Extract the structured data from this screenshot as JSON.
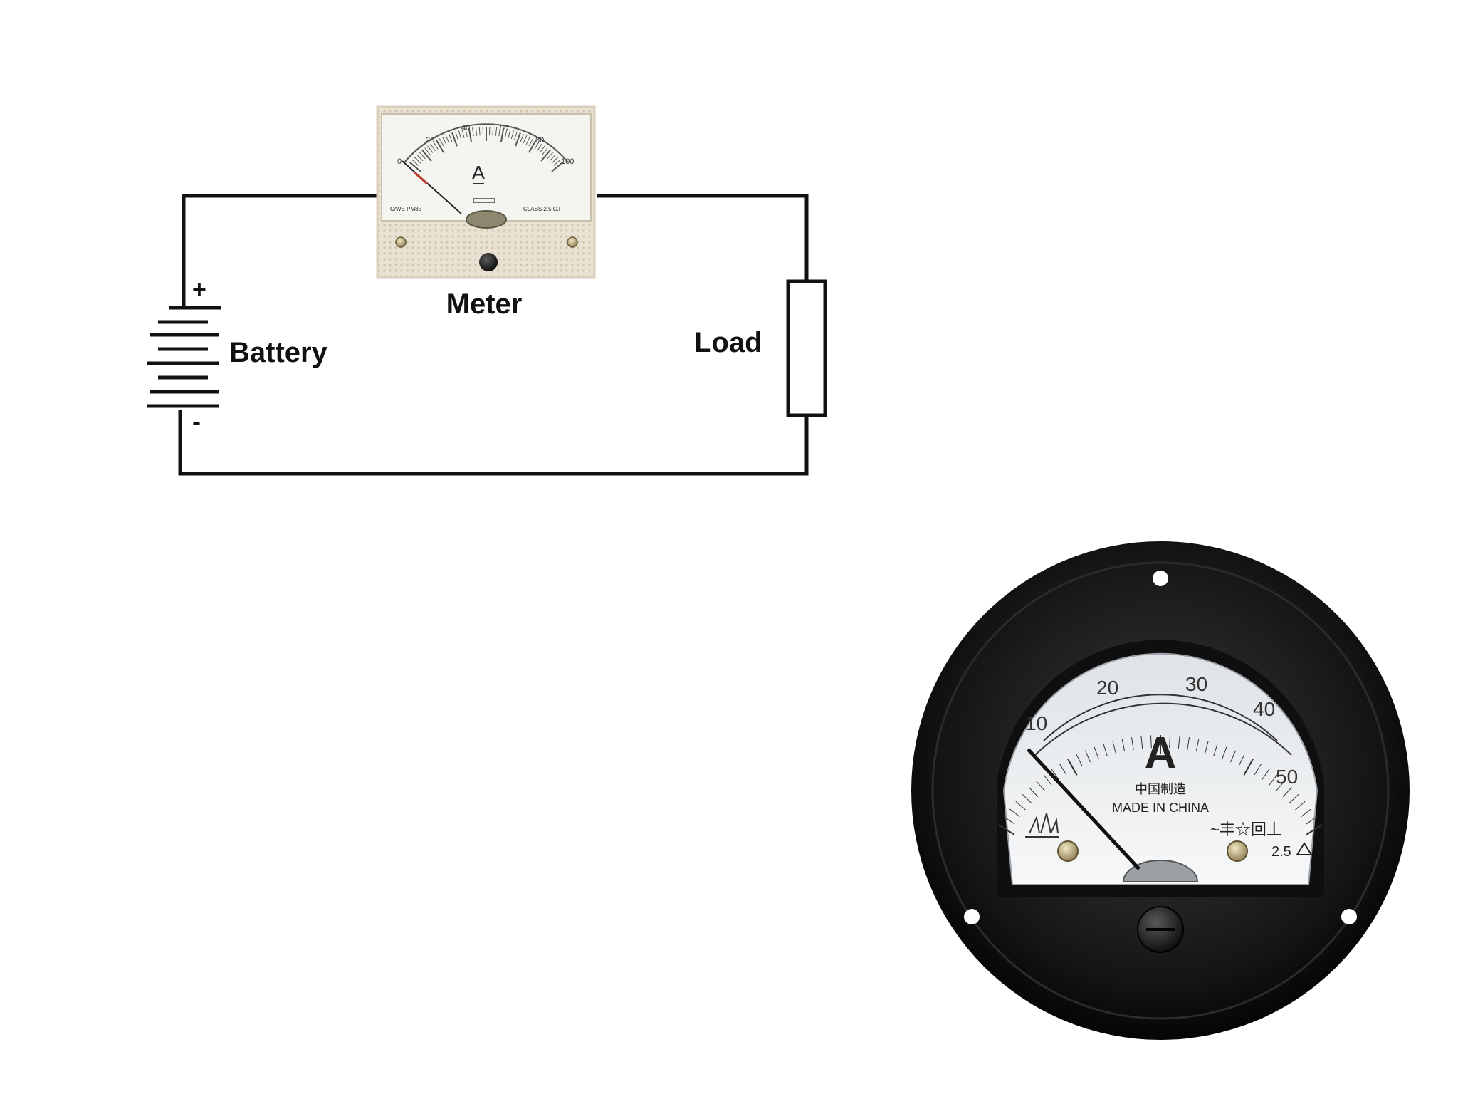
{
  "circuit": {
    "meter_label": "Meter",
    "battery_label": "Battery",
    "load_label": "Load",
    "plus_sign": "+",
    "minus_sign": "-"
  },
  "small_meter": {
    "unit": "A",
    "scale_labels": [
      "0",
      "20",
      "40",
      "50",
      "80",
      "100"
    ],
    "model_text": "C/WE PM85",
    "class_text": "CLASS 2.5 C.I",
    "needle_position_fraction": 0.0
  },
  "round_meter": {
    "unit": "A",
    "scale_labels": [
      "10",
      "20",
      "30",
      "40",
      "50"
    ],
    "chinese_text": "中国制造",
    "made_in_text": "MADE IN CHINA",
    "symbols_text": "~丰☆回丄",
    "accuracy_text": "2.5",
    "needle_value": 10
  }
}
